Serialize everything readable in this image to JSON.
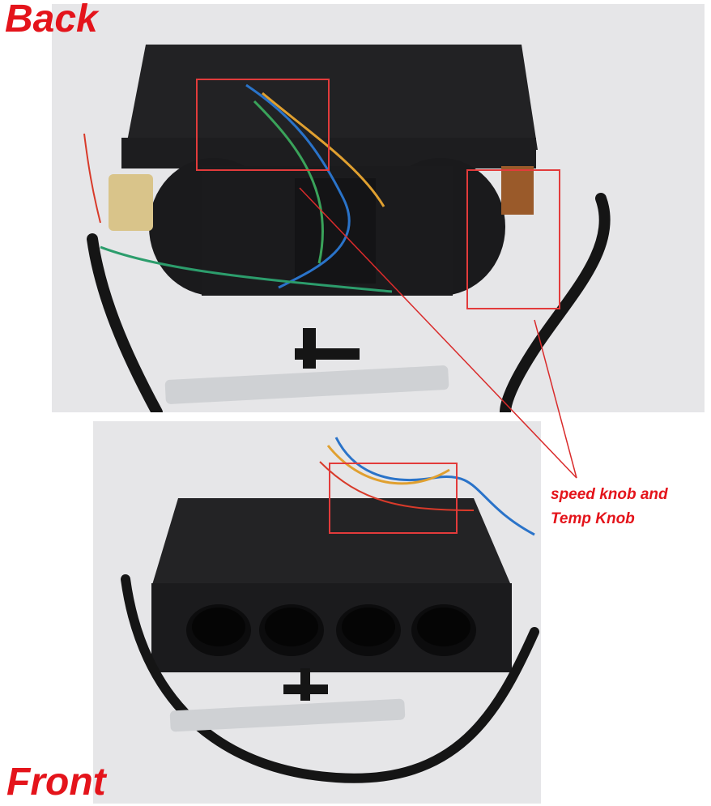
{
  "labels": {
    "back": "Back",
    "front": "Front",
    "callout_line1": "speed knob and",
    "callout_line2": "Temp Knob"
  },
  "colors": {
    "label_red": "#e4141b",
    "highlight_box": "#e23b3b",
    "unit_body": "#1c1c1e",
    "hose": "#151515",
    "photo_background": "#e9e9eb"
  },
  "photos": [
    {
      "name": "back-view",
      "subject": "heater blower unit, rear side with wiring"
    },
    {
      "name": "front-view",
      "subject": "heater blower unit, front side with four round vents"
    }
  ]
}
